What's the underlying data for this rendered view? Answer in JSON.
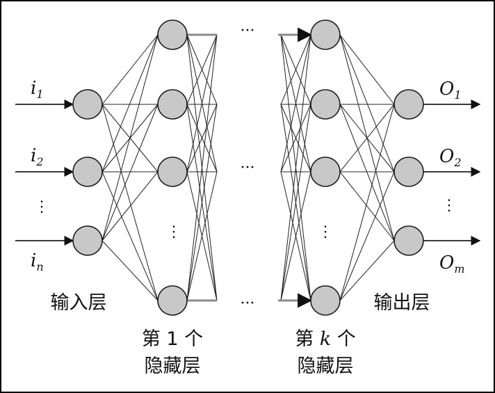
{
  "inputs": [
    {
      "letter": "i",
      "sub": "1"
    },
    {
      "letter": "i",
      "sub": "2"
    },
    {
      "letter": "i",
      "sub": "n"
    }
  ],
  "outputs": [
    {
      "letter": "O",
      "sub": "1"
    },
    {
      "letter": "O",
      "sub": "2"
    },
    {
      "letter": "O",
      "sub": "m"
    }
  ],
  "layer_labels": {
    "input": "输入层",
    "hidden_first_line1": "第 1 个",
    "hidden_first_line2": "隐藏层",
    "hidden_k_line1_pre": "第 ",
    "hidden_k_line1_var": "k",
    "hidden_k_line1_post": " 个",
    "hidden_k_line2": "隐藏层",
    "output": "输出层"
  },
  "ellipsis": {
    "horizontal": "···",
    "vertical": "⋮"
  }
}
